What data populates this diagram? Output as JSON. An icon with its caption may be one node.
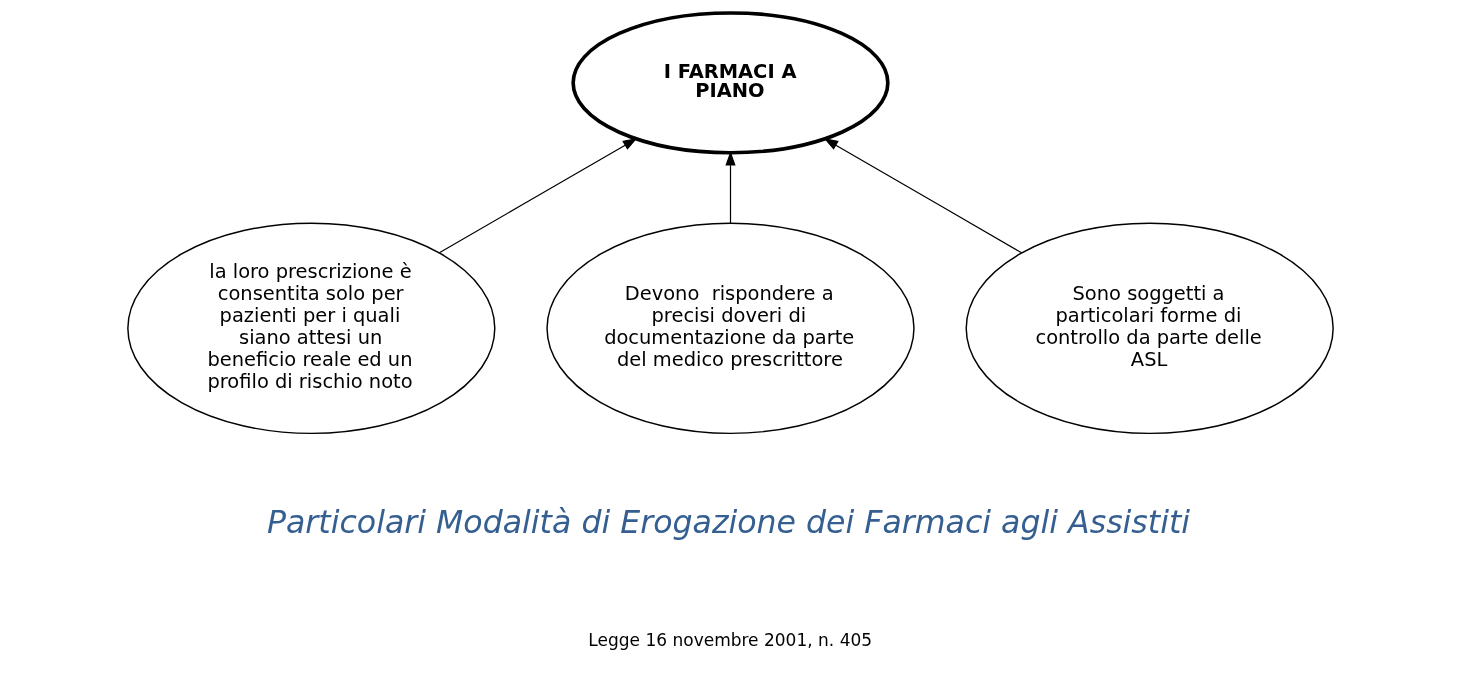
{
  "diagram": {
    "nodes": [
      {
        "text": [
          "I FARMACI A PIANO"
        ]
      },
      {
        "text": [
          "la loro prescrizione è consentita solo per pazienti per i quali siano attesi un beneficio reale ed un profilo di rischio noto"
        ]
      },
      {
        "text": [
          "Devono  rispondere a precisi doveri di documentazione da parte del medico prescrittore"
        ]
      },
      {
        "text": [
          "Sono soggetti a particolari forme di controllo da parte delle ASL"
        ]
      }
    ],
    "edges": [
      {
        "from": 1,
        "to": 0,
        "arrow": "to"
      },
      {
        "from": 2,
        "to": 0,
        "arrow": "to"
      },
      {
        "from": 3,
        "to": 0,
        "arrow": "to"
      }
    ],
    "labels": [
      "Particolari Modalità di Erogazione dei Farmaci agli Assistiti",
      "Legge 16 novembre 2001, n. 405"
    ]
  }
}
